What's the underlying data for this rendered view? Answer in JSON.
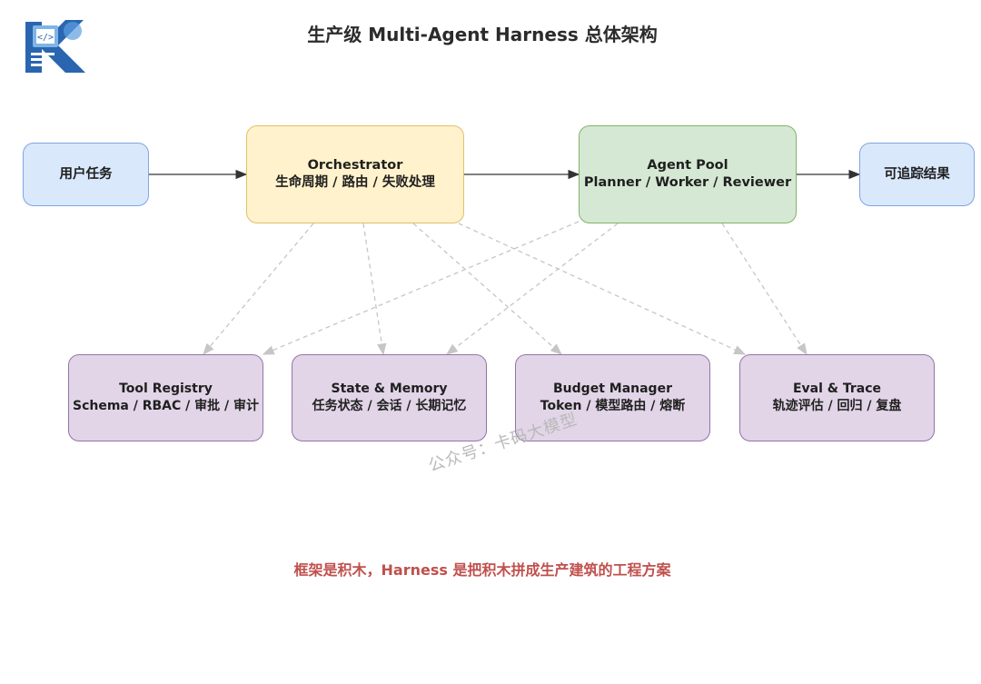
{
  "title": "生产级 Multi-Agent Harness 总体架构",
  "nodes": {
    "user_task": [
      "用户任务"
    ],
    "orchestrator": [
      "Orchestrator",
      "生命周期 / 路由 / 失败处理"
    ],
    "agent_pool": [
      "Agent Pool",
      "Planner / Worker / Reviewer"
    ],
    "traceable_result": [
      "可追踪结果"
    ],
    "tool_registry": [
      "Tool Registry",
      "Schema / RBAC / 审批 / 审计"
    ],
    "state_memory": [
      "State & Memory",
      "任务状态 / 会话 / 长期记忆"
    ],
    "budget_manager": [
      "Budget Manager",
      "Token / 模型路由 / 熔断"
    ],
    "eval_trace": [
      "Eval & Trace",
      "轨迹评估 / 回归 / 复盘"
    ]
  },
  "watermark": "公众号：卡码大模型",
  "footer": "框架是积木，Harness 是把积木拼成生产建筑的工程方案",
  "colors": {
    "blue_fill": "#dae8fc",
    "yellow_fill": "#fff2cc",
    "green_fill": "#d5e8d4",
    "purple_fill": "#e1d5e7",
    "footer_text": "#c0504d"
  }
}
